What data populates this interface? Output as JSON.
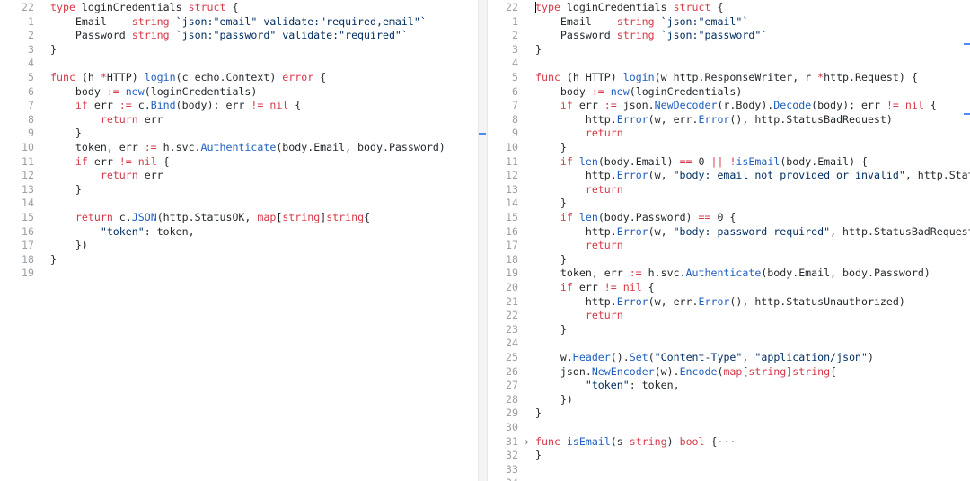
{
  "left": {
    "lines": [
      {
        "n": "22",
        "fold": "",
        "tokens": [
          [
            "kw",
            "type "
          ],
          [
            "plain",
            "loginCredentials "
          ],
          [
            "kw",
            "struct"
          ],
          [
            "plain",
            " {"
          ]
        ]
      },
      {
        "n": "1",
        "fold": "",
        "tokens": [
          [
            "plain",
            "    Email    "
          ],
          [
            "kw",
            "string"
          ],
          [
            "plain",
            " "
          ],
          [
            "str",
            "`json:\"email\" validate:\"required,email\"`"
          ]
        ]
      },
      {
        "n": "2",
        "fold": "",
        "tokens": [
          [
            "plain",
            "    Password "
          ],
          [
            "kw",
            "string"
          ],
          [
            "plain",
            " "
          ],
          [
            "str",
            "`json:\"password\" validate:\"required\"`"
          ]
        ]
      },
      {
        "n": "3",
        "fold": "",
        "tokens": [
          [
            "plain",
            "}"
          ]
        ]
      },
      {
        "n": "4",
        "fold": "",
        "tokens": []
      },
      {
        "n": "5",
        "fold": "",
        "tokens": [
          [
            "kw",
            "func"
          ],
          [
            "plain",
            " (h "
          ],
          [
            "op",
            "*"
          ],
          [
            "plain",
            "HTTP) "
          ],
          [
            "fn",
            "login"
          ],
          [
            "plain",
            "(c echo.Context) "
          ],
          [
            "kw",
            "error"
          ],
          [
            "plain",
            " {"
          ]
        ]
      },
      {
        "n": "6",
        "fold": "",
        "tokens": [
          [
            "plain",
            "    body "
          ],
          [
            "op",
            ":="
          ],
          [
            "plain",
            " "
          ],
          [
            "fn",
            "new"
          ],
          [
            "plain",
            "(loginCredentials)"
          ]
        ]
      },
      {
        "n": "7",
        "fold": "",
        "tokens": [
          [
            "plain",
            "    "
          ],
          [
            "kw",
            "if"
          ],
          [
            "plain",
            " err "
          ],
          [
            "op",
            ":="
          ],
          [
            "plain",
            " c."
          ],
          [
            "fn",
            "Bind"
          ],
          [
            "plain",
            "(body); err "
          ],
          [
            "op",
            "!="
          ],
          [
            "plain",
            " "
          ],
          [
            "kw",
            "nil"
          ],
          [
            "plain",
            " {"
          ]
        ]
      },
      {
        "n": "8",
        "fold": "",
        "tokens": [
          [
            "plain",
            "        "
          ],
          [
            "kw",
            "return"
          ],
          [
            "plain",
            " err"
          ]
        ]
      },
      {
        "n": "9",
        "fold": "",
        "tokens": [
          [
            "plain",
            "    }"
          ]
        ]
      },
      {
        "n": "10",
        "fold": "",
        "tokens": [
          [
            "plain",
            "    token, err "
          ],
          [
            "op",
            ":="
          ],
          [
            "plain",
            " h.svc."
          ],
          [
            "fn",
            "Authenticate"
          ],
          [
            "plain",
            "(body.Email, body.Password)"
          ]
        ]
      },
      {
        "n": "11",
        "fold": "",
        "tokens": [
          [
            "plain",
            "    "
          ],
          [
            "kw",
            "if"
          ],
          [
            "plain",
            " err "
          ],
          [
            "op",
            "!="
          ],
          [
            "plain",
            " "
          ],
          [
            "kw",
            "nil"
          ],
          [
            "plain",
            " {"
          ]
        ]
      },
      {
        "n": "12",
        "fold": "",
        "tokens": [
          [
            "plain",
            "        "
          ],
          [
            "kw",
            "return"
          ],
          [
            "plain",
            " err"
          ]
        ]
      },
      {
        "n": "13",
        "fold": "",
        "tokens": [
          [
            "plain",
            "    }"
          ]
        ]
      },
      {
        "n": "14",
        "fold": "",
        "tokens": []
      },
      {
        "n": "15",
        "fold": "",
        "tokens": [
          [
            "plain",
            "    "
          ],
          [
            "kw",
            "return"
          ],
          [
            "plain",
            " c."
          ],
          [
            "fn",
            "JSON"
          ],
          [
            "plain",
            "(http.StatusOK, "
          ],
          [
            "kw",
            "map"
          ],
          [
            "plain",
            "["
          ],
          [
            "kw",
            "string"
          ],
          [
            "plain",
            "]"
          ],
          [
            "kw",
            "string"
          ],
          [
            "plain",
            "{"
          ]
        ]
      },
      {
        "n": "16",
        "fold": "",
        "tokens": [
          [
            "plain",
            "        "
          ],
          [
            "str",
            "\"token\""
          ],
          [
            "plain",
            ": token,"
          ]
        ]
      },
      {
        "n": "17",
        "fold": "",
        "tokens": [
          [
            "plain",
            "    })"
          ]
        ]
      },
      {
        "n": "18",
        "fold": "",
        "tokens": [
          [
            "plain",
            "}"
          ]
        ]
      },
      {
        "n": "19",
        "fold": "",
        "tokens": []
      }
    ]
  },
  "right": {
    "lines": [
      {
        "n": "22",
        "fold": "",
        "cursor": true,
        "tokens": [
          [
            "kw",
            "type "
          ],
          [
            "plain",
            "loginCredentials "
          ],
          [
            "kw",
            "struct"
          ],
          [
            "plain",
            " {"
          ]
        ]
      },
      {
        "n": "1",
        "fold": "",
        "tokens": [
          [
            "plain",
            "    Email    "
          ],
          [
            "kw",
            "string"
          ],
          [
            "plain",
            " "
          ],
          [
            "str",
            "`json:\"email\"`"
          ]
        ]
      },
      {
        "n": "2",
        "fold": "",
        "tokens": [
          [
            "plain",
            "    Password "
          ],
          [
            "kw",
            "string"
          ],
          [
            "plain",
            " "
          ],
          [
            "str",
            "`json:\"password\"`"
          ]
        ]
      },
      {
        "n": "3",
        "fold": "",
        "tokens": [
          [
            "plain",
            "}"
          ]
        ]
      },
      {
        "n": "4",
        "fold": "",
        "tokens": []
      },
      {
        "n": "5",
        "fold": "",
        "tokens": [
          [
            "kw",
            "func"
          ],
          [
            "plain",
            " (h HTTP) "
          ],
          [
            "fn",
            "login"
          ],
          [
            "plain",
            "(w http.ResponseWriter, r "
          ],
          [
            "op",
            "*"
          ],
          [
            "plain",
            "http.Request) {"
          ]
        ]
      },
      {
        "n": "6",
        "fold": "",
        "tokens": [
          [
            "plain",
            "    body "
          ],
          [
            "op",
            ":="
          ],
          [
            "plain",
            " "
          ],
          [
            "fn",
            "new"
          ],
          [
            "plain",
            "(loginCredentials)"
          ]
        ]
      },
      {
        "n": "7",
        "fold": "",
        "tokens": [
          [
            "plain",
            "    "
          ],
          [
            "kw",
            "if"
          ],
          [
            "plain",
            " err "
          ],
          [
            "op",
            ":="
          ],
          [
            "plain",
            " json."
          ],
          [
            "fn",
            "NewDecoder"
          ],
          [
            "plain",
            "(r.Body)."
          ],
          [
            "fn",
            "Decode"
          ],
          [
            "plain",
            "(body); err "
          ],
          [
            "op",
            "!="
          ],
          [
            "plain",
            " "
          ],
          [
            "kw",
            "nil"
          ],
          [
            "plain",
            " {"
          ]
        ]
      },
      {
        "n": "8",
        "fold": "",
        "tokens": [
          [
            "plain",
            "        http."
          ],
          [
            "fn",
            "Error"
          ],
          [
            "plain",
            "(w, err."
          ],
          [
            "fn",
            "Error"
          ],
          [
            "plain",
            "(), http.StatusBadRequest)"
          ]
        ]
      },
      {
        "n": "9",
        "fold": "",
        "tokens": [
          [
            "plain",
            "        "
          ],
          [
            "kw",
            "return"
          ]
        ]
      },
      {
        "n": "10",
        "fold": "",
        "tokens": [
          [
            "plain",
            "    }"
          ]
        ]
      },
      {
        "n": "11",
        "fold": "",
        "tokens": [
          [
            "plain",
            "    "
          ],
          [
            "kw",
            "if"
          ],
          [
            "plain",
            " "
          ],
          [
            "fn",
            "len"
          ],
          [
            "plain",
            "(body.Email) "
          ],
          [
            "op",
            "=="
          ],
          [
            "plain",
            " 0 "
          ],
          [
            "op",
            "||"
          ],
          [
            "plain",
            " "
          ],
          [
            "op",
            "!"
          ],
          [
            "fn",
            "isEmail"
          ],
          [
            "plain",
            "(body.Email) {"
          ]
        ]
      },
      {
        "n": "12",
        "fold": "",
        "tokens": [
          [
            "plain",
            "        http."
          ],
          [
            "fn",
            "Error"
          ],
          [
            "plain",
            "(w, "
          ],
          [
            "str",
            "\"body: email not provided or invalid\""
          ],
          [
            "plain",
            ", http.StatusB"
          ]
        ]
      },
      {
        "n": "13",
        "fold": "",
        "tokens": [
          [
            "plain",
            "        "
          ],
          [
            "kw",
            "return"
          ]
        ]
      },
      {
        "n": "14",
        "fold": "",
        "tokens": [
          [
            "plain",
            "    }"
          ]
        ]
      },
      {
        "n": "15",
        "fold": "",
        "tokens": [
          [
            "plain",
            "    "
          ],
          [
            "kw",
            "if"
          ],
          [
            "plain",
            " "
          ],
          [
            "fn",
            "len"
          ],
          [
            "plain",
            "(body.Password) "
          ],
          [
            "op",
            "=="
          ],
          [
            "plain",
            " 0 {"
          ]
        ]
      },
      {
        "n": "16",
        "fold": "",
        "tokens": [
          [
            "plain",
            "        http."
          ],
          [
            "fn",
            "Error"
          ],
          [
            "plain",
            "(w, "
          ],
          [
            "str",
            "\"body: password required\""
          ],
          [
            "plain",
            ", http.StatusBadRequest)"
          ]
        ]
      },
      {
        "n": "17",
        "fold": "",
        "tokens": [
          [
            "plain",
            "        "
          ],
          [
            "kw",
            "return"
          ]
        ]
      },
      {
        "n": "18",
        "fold": "",
        "tokens": [
          [
            "plain",
            "    }"
          ]
        ]
      },
      {
        "n": "19",
        "fold": "",
        "tokens": [
          [
            "plain",
            "    token, err "
          ],
          [
            "op",
            ":="
          ],
          [
            "plain",
            " h.svc."
          ],
          [
            "fn",
            "Authenticate"
          ],
          [
            "plain",
            "(body.Email, body.Password)"
          ]
        ]
      },
      {
        "n": "20",
        "fold": "",
        "tokens": [
          [
            "plain",
            "    "
          ],
          [
            "kw",
            "if"
          ],
          [
            "plain",
            " err "
          ],
          [
            "op",
            "!="
          ],
          [
            "plain",
            " "
          ],
          [
            "kw",
            "nil"
          ],
          [
            "plain",
            " {"
          ]
        ]
      },
      {
        "n": "21",
        "fold": "",
        "tokens": [
          [
            "plain",
            "        http."
          ],
          [
            "fn",
            "Error"
          ],
          [
            "plain",
            "(w, err."
          ],
          [
            "fn",
            "Error"
          ],
          [
            "plain",
            "(), http.StatusUnauthorized)"
          ]
        ]
      },
      {
        "n": "22",
        "fold": "",
        "tokens": [
          [
            "plain",
            "        "
          ],
          [
            "kw",
            "return"
          ]
        ]
      },
      {
        "n": "23",
        "fold": "",
        "tokens": [
          [
            "plain",
            "    }"
          ]
        ]
      },
      {
        "n": "24",
        "fold": "",
        "tokens": []
      },
      {
        "n": "25",
        "fold": "",
        "tokens": [
          [
            "plain",
            "    w."
          ],
          [
            "fn",
            "Header"
          ],
          [
            "plain",
            "()."
          ],
          [
            "fn",
            "Set"
          ],
          [
            "plain",
            "("
          ],
          [
            "str",
            "\"Content-Type\""
          ],
          [
            "plain",
            ", "
          ],
          [
            "str",
            "\"application/json\""
          ],
          [
            "plain",
            ")"
          ]
        ]
      },
      {
        "n": "26",
        "fold": "",
        "tokens": [
          [
            "plain",
            "    json."
          ],
          [
            "fn",
            "NewEncoder"
          ],
          [
            "plain",
            "(w)."
          ],
          [
            "fn",
            "Encode"
          ],
          [
            "plain",
            "("
          ],
          [
            "kw",
            "map"
          ],
          [
            "plain",
            "["
          ],
          [
            "kw",
            "string"
          ],
          [
            "plain",
            "]"
          ],
          [
            "kw",
            "string"
          ],
          [
            "plain",
            "{"
          ]
        ]
      },
      {
        "n": "27",
        "fold": "",
        "tokens": [
          [
            "plain",
            "        "
          ],
          [
            "str",
            "\"token\""
          ],
          [
            "plain",
            ": token,"
          ]
        ]
      },
      {
        "n": "28",
        "fold": "",
        "tokens": [
          [
            "plain",
            "    })"
          ]
        ]
      },
      {
        "n": "29",
        "fold": "",
        "tokens": [
          [
            "plain",
            "}"
          ]
        ]
      },
      {
        "n": "30",
        "fold": "",
        "tokens": []
      },
      {
        "n": "31",
        "fold": "›",
        "tokens": [
          [
            "kw",
            "func"
          ],
          [
            "plain",
            " "
          ],
          [
            "fn",
            "isEmail"
          ],
          [
            "plain",
            "(s "
          ],
          [
            "kw",
            "string"
          ],
          [
            "plain",
            ") "
          ],
          [
            "kw",
            "bool"
          ],
          [
            "plain",
            " {"
          ],
          [
            "fold",
            "···"
          ]
        ]
      },
      {
        "n": "32",
        "fold": "",
        "tokens": [
          [
            "plain",
            "}"
          ]
        ]
      },
      {
        "n": "33",
        "fold": "",
        "tokens": []
      },
      {
        "n": "34",
        "fold": "",
        "tokens": []
      }
    ]
  },
  "colors": {
    "keyword": "#d73a49",
    "function": "#1f5fbf",
    "string": "#032f62",
    "gutter": "#9aa0a6"
  }
}
